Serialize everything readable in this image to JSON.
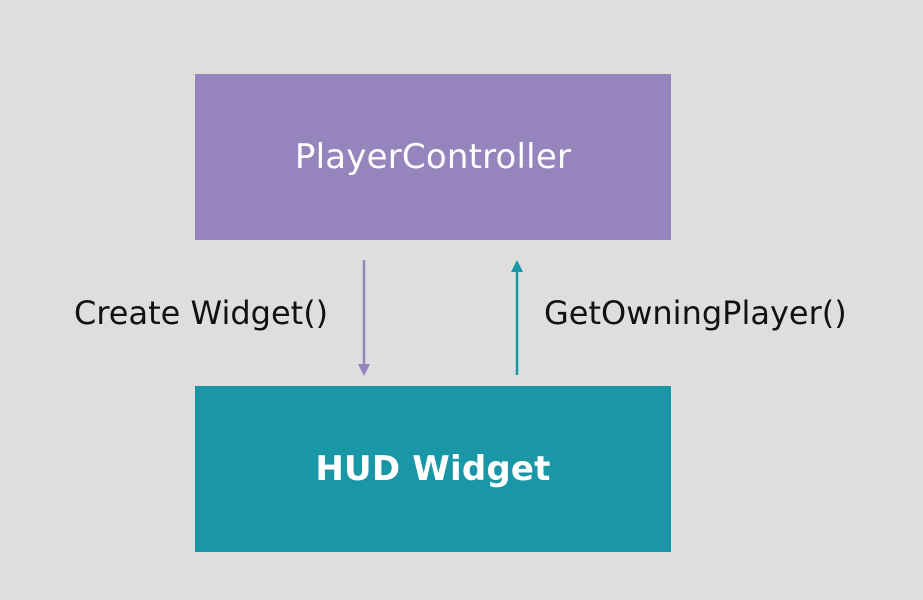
{
  "diagram": {
    "top_box": {
      "label": "PlayerController",
      "color": "#9685bd"
    },
    "bottom_box": {
      "label": "HUD Widget",
      "color": "#1a97a6"
    },
    "down_arrow": {
      "label": "Create Widget()",
      "color": "#9685bd"
    },
    "up_arrow": {
      "label": "GetOwningPlayer()",
      "color": "#1a97a6"
    }
  }
}
